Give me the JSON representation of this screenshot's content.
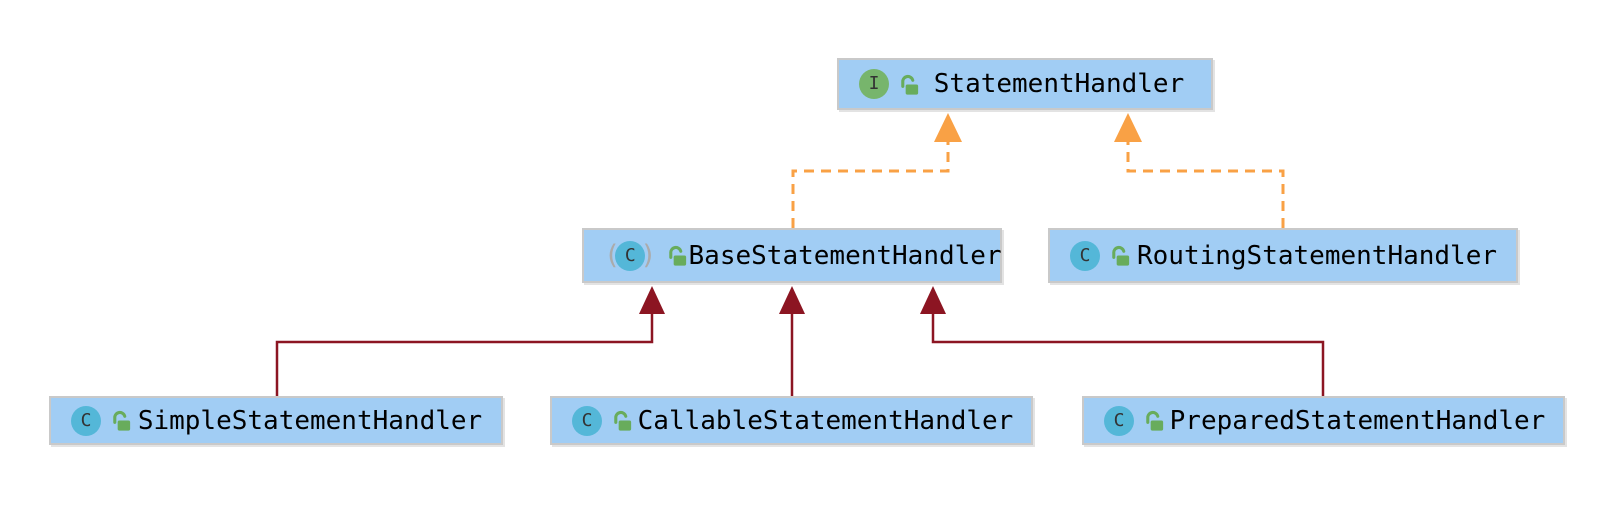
{
  "diagram": {
    "type": "uml-class-hierarchy",
    "colors": {
      "node_fill": "#A1CDF4",
      "node_border": "#C9C9C9",
      "implements_edge": "#F9A145",
      "extends_edge": "#8C1522",
      "interface_icon": "#77B56C",
      "class_icon": "#54B7D8",
      "paren": "#ABABAB",
      "lock": "#68AC5C"
    },
    "nodes": [
      {
        "label": "StatementHandler",
        "kind": "interface",
        "badge": "I",
        "visibility": "public"
      },
      {
        "label": "BaseStatementHandler",
        "kind": "abstract-class",
        "badge": "C",
        "visibility": "public"
      },
      {
        "label": "RoutingStatementHandler",
        "kind": "class",
        "badge": "C",
        "visibility": "public"
      },
      {
        "label": "SimpleStatementHandler",
        "kind": "class",
        "badge": "C",
        "visibility": "public"
      },
      {
        "label": "CallableStatementHandler",
        "kind": "class",
        "badge": "C",
        "visibility": "public"
      },
      {
        "label": "PreparedStatementHandler",
        "kind": "class",
        "badge": "C",
        "visibility": "public"
      }
    ],
    "icons": {
      "abstract_paren_open": "(",
      "abstract_paren_close": ")"
    },
    "edges": [
      {
        "from": "BaseStatementHandler",
        "to": "StatementHandler",
        "relation": "implements"
      },
      {
        "from": "RoutingStatementHandler",
        "to": "StatementHandler",
        "relation": "implements"
      },
      {
        "from": "SimpleStatementHandler",
        "to": "BaseStatementHandler",
        "relation": "extends"
      },
      {
        "from": "CallableStatementHandler",
        "to": "BaseStatementHandler",
        "relation": "extends"
      },
      {
        "from": "PreparedStatementHandler",
        "to": "BaseStatementHandler",
        "relation": "extends"
      }
    ]
  }
}
